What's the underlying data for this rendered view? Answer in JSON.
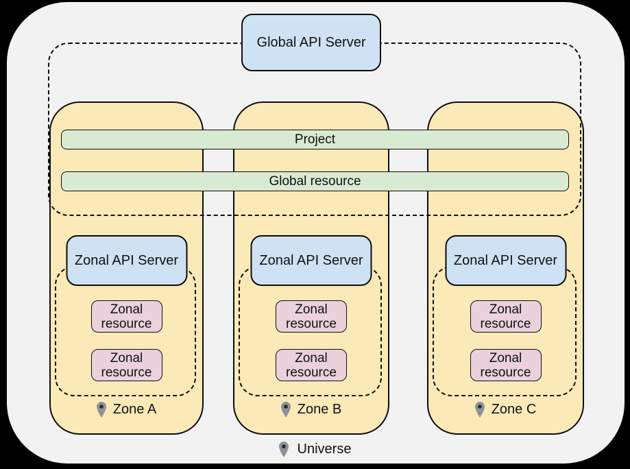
{
  "diagram": {
    "global_api_server_label": "Global API Server",
    "project_bar_label": "Project",
    "global_resource_bar_label": "Global resource",
    "universe_label": "Universe",
    "zones": [
      {
        "name": "Zone A",
        "api_server_label": "Zonal API Server",
        "resources": [
          "Zonal resource",
          "Zonal resource"
        ]
      },
      {
        "name": "Zone B",
        "api_server_label": "Zonal API Server",
        "resources": [
          "Zonal resource",
          "Zonal resource"
        ]
      },
      {
        "name": "Zone C",
        "api_server_label": "Zonal API Server",
        "resources": [
          "Zonal resource",
          "Zonal resource"
        ]
      }
    ],
    "colors": {
      "background": "#000000",
      "canvas_gray": "#f2f2f3",
      "zone_yellow": "#fce9b8",
      "server_blue": "#cfe2f3",
      "bar_green": "#d9ead3",
      "resource_pink": "#ead1dc",
      "line_black": "#0c0c0c",
      "pin_gray": "#8d9298"
    }
  }
}
